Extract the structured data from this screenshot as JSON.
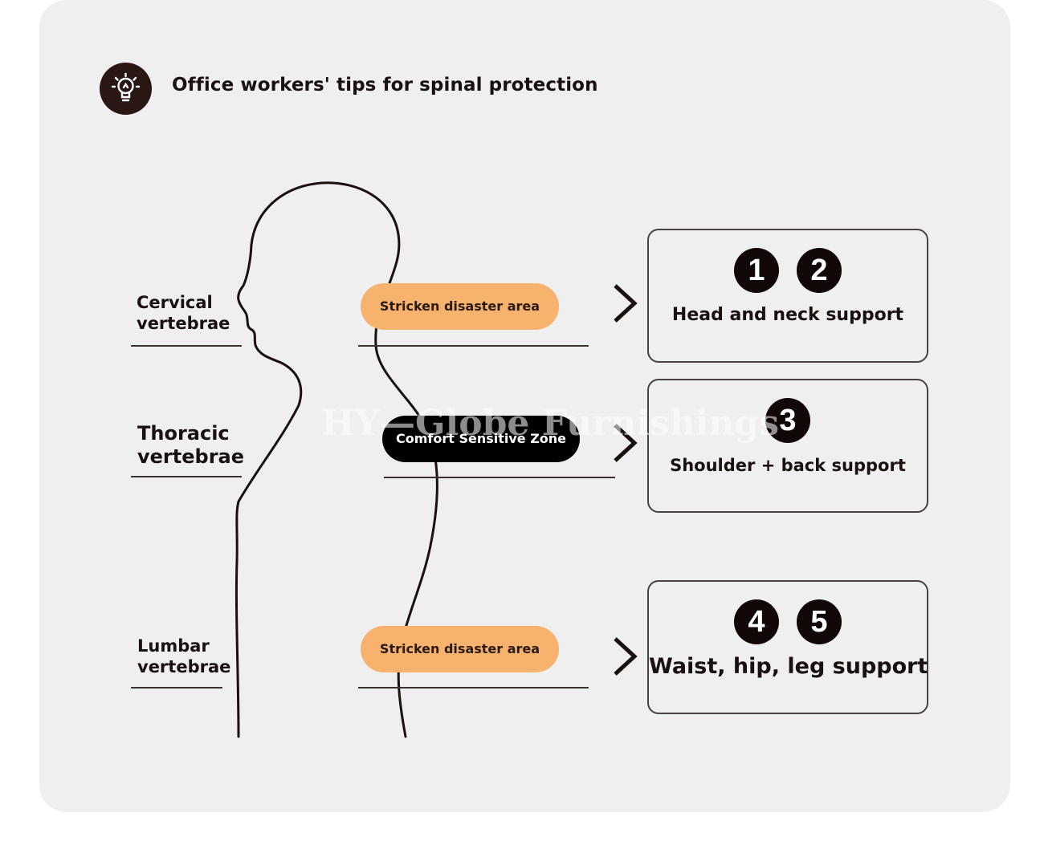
{
  "title": "Office workers' tips for spinal protection",
  "icon": "lightbulb-icon",
  "regions": [
    {
      "label": "Cervical\nvertebrae",
      "zone": "Stricken disaster area",
      "zone_style": "orange",
      "numbers": [
        "1",
        "2"
      ],
      "support": "Head and neck support"
    },
    {
      "label": "Thoracic\nvertebrae",
      "zone": "Comfort Sensitive Zone",
      "zone_style": "black",
      "numbers": [
        "3"
      ],
      "support": "Shoulder + back support"
    },
    {
      "label": "Lumbar\nvertebrae",
      "zone": "Stricken disaster area",
      "zone_style": "orange",
      "numbers": [
        "4",
        "5"
      ],
      "support": "Waist, hip, leg support"
    }
  ],
  "watermark": "HY—Globe Furnishings",
  "colors": {
    "background": "#efefef",
    "orange_pill": "#f7b36e",
    "black_pill": "#000000",
    "number_badge": "#120707"
  }
}
